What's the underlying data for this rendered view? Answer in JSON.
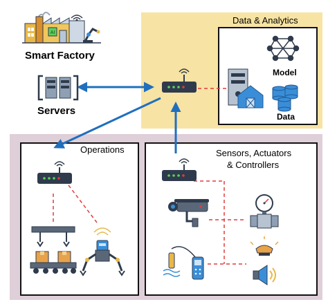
{
  "labels": {
    "smart_factory": "Smart Factory",
    "servers": "Servers",
    "data_analytics": "Data & Analytics",
    "model": "Model",
    "data": "Data",
    "operations": "Operations",
    "sensors_line1": "Sensors, Actuators",
    "sensors_line2": "& Controllers"
  },
  "colors": {
    "analytics_bg": "#f7e3a3",
    "bottom_bg": "#dfcfd8",
    "arrow_blue": "#1f6fbf",
    "dashed_red": "#e33b3b",
    "router_body": "#2f3b4c",
    "icon_blue": "#3a8ed8",
    "server_gray": "#8fa0b4"
  },
  "icons": [
    "factory-icon",
    "server-icon",
    "router-icon",
    "neural-network-icon",
    "database-icon",
    "barn-icon",
    "conveyor-icon",
    "robot-arm-icon",
    "camera-icon",
    "pressure-gauge-icon",
    "water-sensor-icon",
    "alarm-light-icon",
    "speaker-icon"
  ]
}
